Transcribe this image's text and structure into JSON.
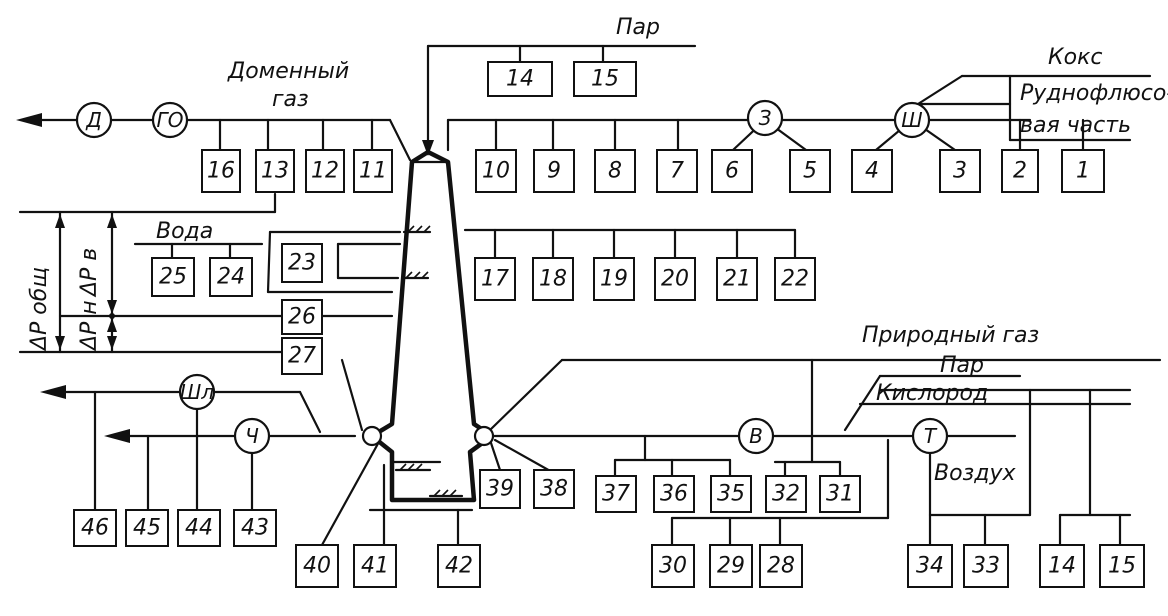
{
  "labels": {
    "steam_top": "Пар",
    "coke": "Кокс",
    "ore_part_1": "Рудно­флюсо-",
    "ore_part_2": "вая часть",
    "blast_gas_1": "Доменный",
    "blast_gas_2": "газ",
    "water": "Вода",
    "natural_gas": "Природный газ",
    "steam_right": "Пар",
    "oxygen": "Кислород",
    "air": "Воздух",
    "dp_total": "ΔP общ",
    "dp_v": "ΔP в",
    "dp_n": "ΔP н"
  },
  "nodes": {
    "D": "Д",
    "GO": "ГО",
    "Z": "З",
    "Sh": "Ш",
    "Shl": "Шл",
    "Ch": "Ч",
    "V": "В",
    "T": "Т"
  },
  "boxes": {
    "b1": "1",
    "b2": "2",
    "b3": "3",
    "b4": "4",
    "b5": "5",
    "b6": "6",
    "b7": "7",
    "b8": "8",
    "b9": "9",
    "b10": "10",
    "b11": "11",
    "b12": "12",
    "b13": "13",
    "b14": "14",
    "b15": "15",
    "b16": "16",
    "b17": "17",
    "b18": "18",
    "b19": "19",
    "b20": "20",
    "b21": "21",
    "b22": "22",
    "b23": "23",
    "b24": "24",
    "b25": "25",
    "b26": "26",
    "b27": "27",
    "b28": "28",
    "b29": "29",
    "b30": "30",
    "b31": "31",
    "b32": "32",
    "b33": "33",
    "b34": "34",
    "b35": "35",
    "b36": "36",
    "b37": "37",
    "b38": "38",
    "b39": "39",
    "b40": "40",
    "b41": "41",
    "b42": "42",
    "b43": "43",
    "b44": "44",
    "b45": "45",
    "b46": "46",
    "b14b": "14",
    "b15b": "15"
  }
}
